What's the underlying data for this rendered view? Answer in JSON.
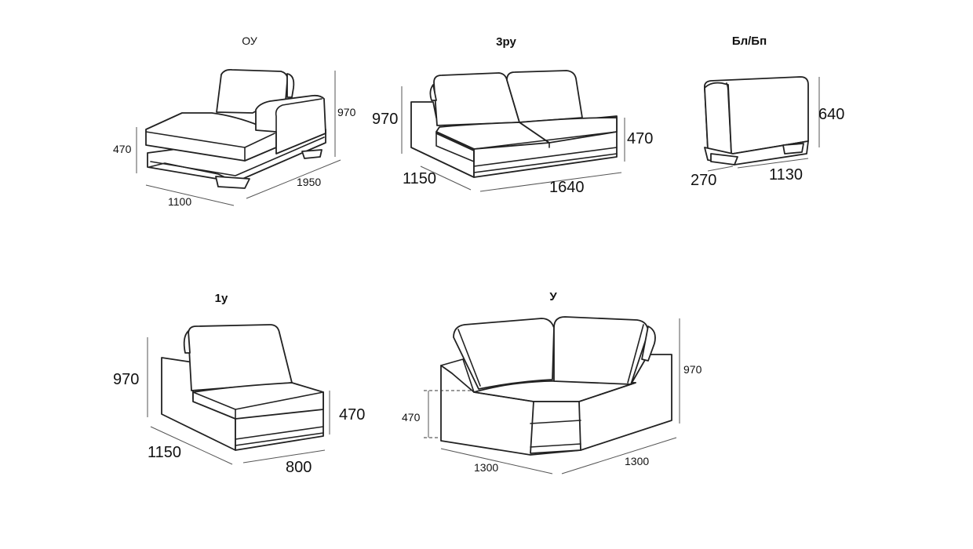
{
  "modules": [
    {
      "id": "ou",
      "title": "ОУ",
      "dims": [
        "970",
        "470",
        "1100",
        "1950"
      ]
    },
    {
      "id": "3ru",
      "title": "3ру",
      "dims": [
        "970",
        "470",
        "1150",
        "1640"
      ]
    },
    {
      "id": "bl",
      "title": "Бл/Бп",
      "dims": [
        "640",
        "270",
        "1130"
      ]
    },
    {
      "id": "1u",
      "title": "1у",
      "dims": [
        "970",
        "470",
        "1150",
        "800"
      ]
    },
    {
      "id": "u",
      "title": "У",
      "dims": [
        "970",
        "470",
        "1300",
        "1300"
      ]
    }
  ]
}
